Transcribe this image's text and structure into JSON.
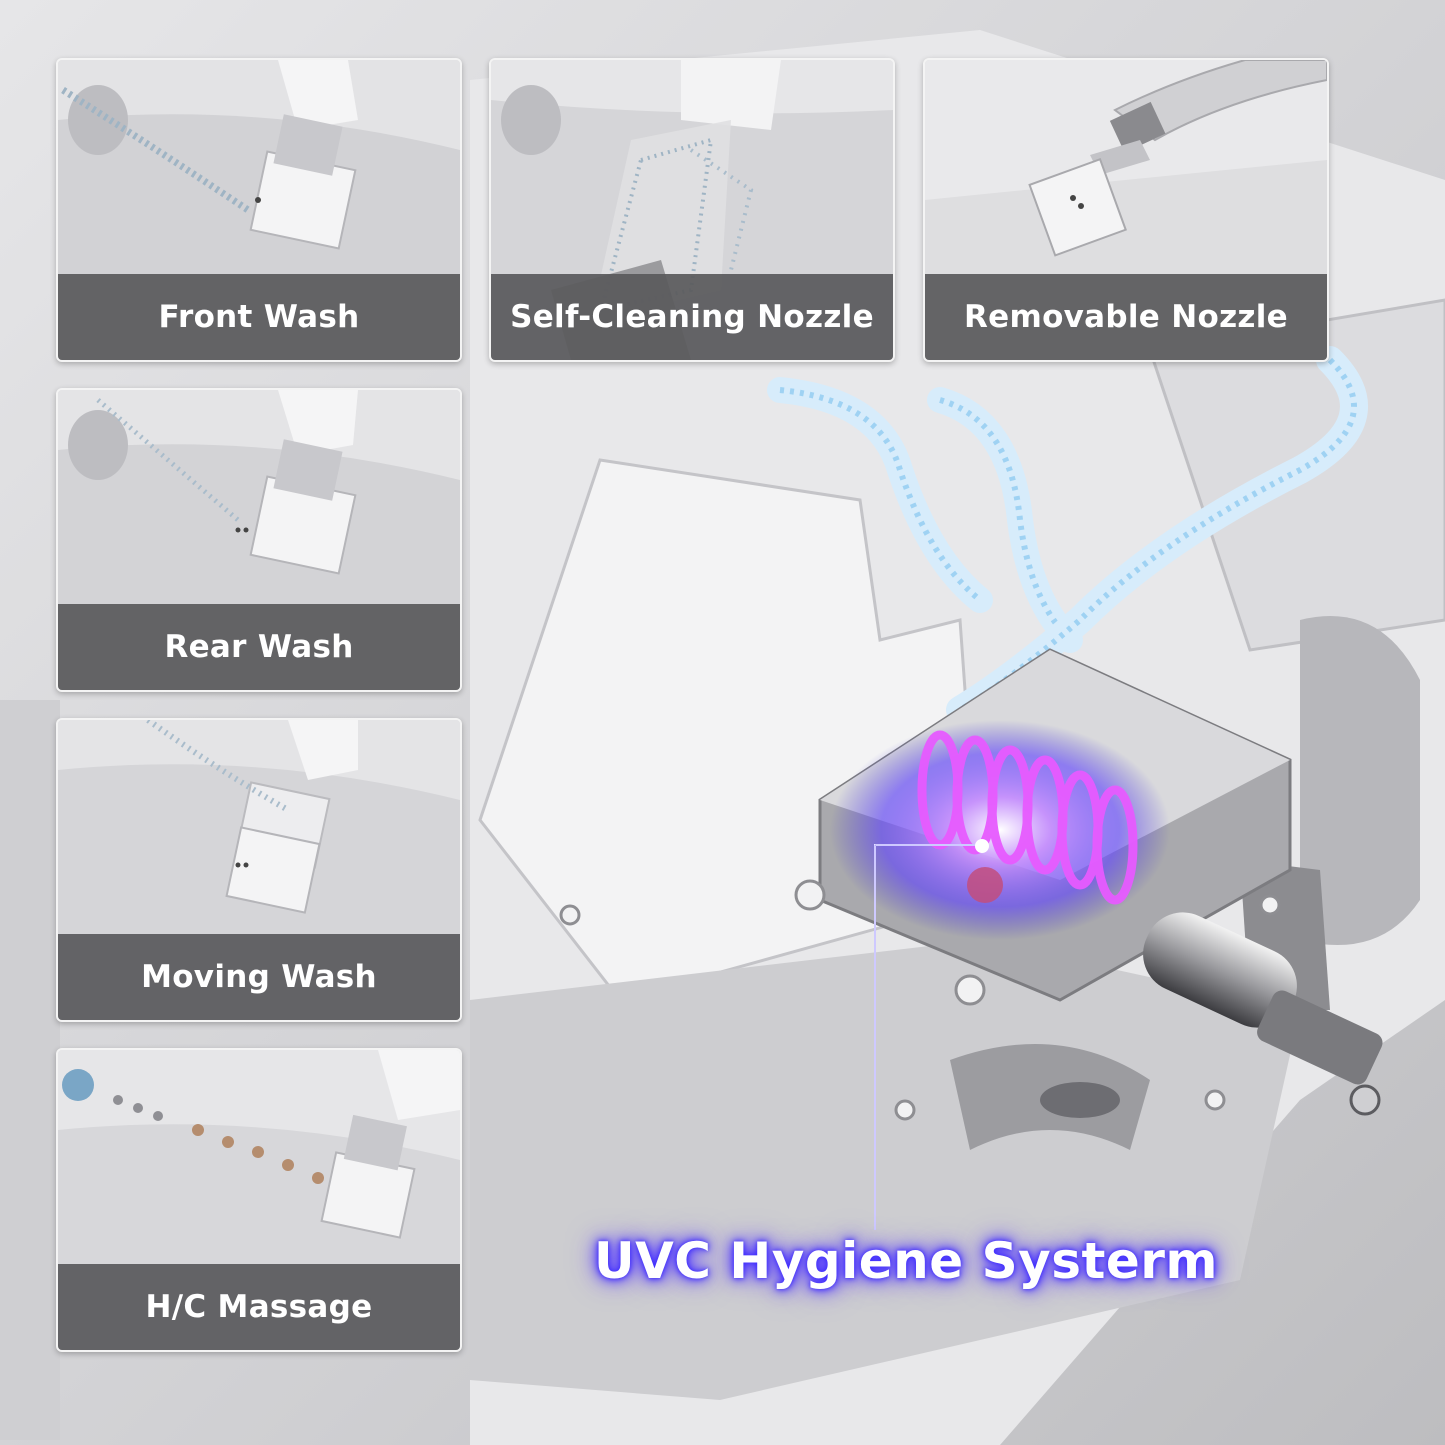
{
  "cards": [
    {
      "label": "Front Wash"
    },
    {
      "label": "Self-Cleaning Nozzle"
    },
    {
      "label": "Removable Nozzle"
    },
    {
      "label": "Rear Wash"
    },
    {
      "label": "Moving Wash"
    },
    {
      "label": "H/C Massage"
    }
  ],
  "feature": {
    "title": "UVC Hygiene Systerm"
  },
  "colors": {
    "label_bg": "#5a5a5c",
    "uv_glow": "#7a5cff",
    "coil": "#e040fb"
  }
}
